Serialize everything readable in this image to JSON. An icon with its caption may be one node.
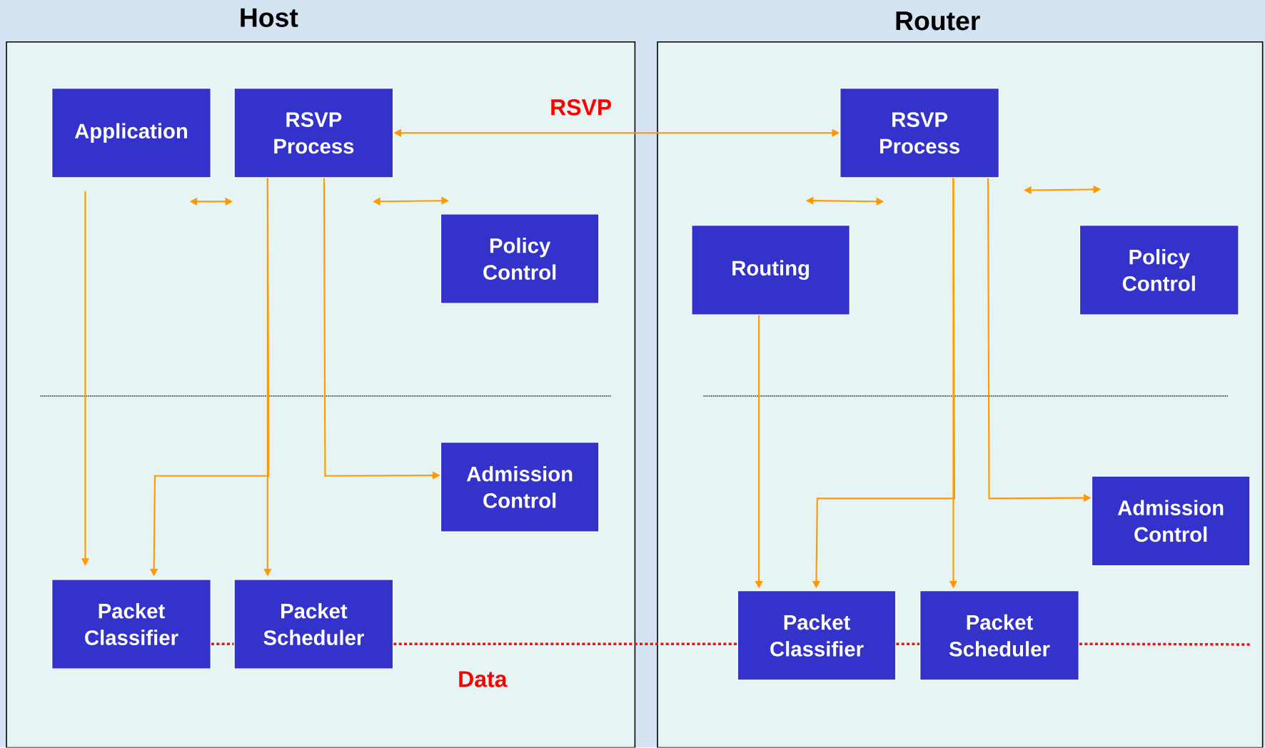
{
  "diagram": {
    "nodes": [
      {
        "text": [
          "Host"
        ]
      },
      {
        "text": [
          "Router"
        ]
      },
      {
        "text": [
          "Application"
        ],
        "in": 0
      },
      {
        "text": [
          "RSVP Process"
        ],
        "in": 0
      },
      {
        "text": [
          "Policy Control"
        ],
        "in": 0
      },
      {
        "text": [
          "Admission Control"
        ],
        "in": 0
      },
      {
        "text": [
          "Packet Classifier"
        ],
        "in": 0
      },
      {
        "text": [
          "Packet Scheduler"
        ],
        "in": 0
      },
      {
        "text": [
          "RSVP Process"
        ],
        "in": 1
      },
      {
        "text": [
          "Routing"
        ],
        "in": 1
      },
      {
        "text": [
          "Policy Control"
        ],
        "in": 1
      },
      {
        "text": [
          "Admission Control"
        ],
        "in": 1
      },
      {
        "text": [
          "Packet Classifier"
        ],
        "in": 1
      },
      {
        "text": [
          "Packet Scheduler"
        ],
        "in": 1
      }
    ],
    "edges": [
      {
        "from": 3,
        "to": 8,
        "arrow": "both",
        "label": "RSVP"
      },
      {
        "from": 2,
        "to": 3,
        "arrow": "both"
      },
      {
        "from": 3,
        "to": 4,
        "arrow": "both"
      },
      {
        "from": 2,
        "to": 6,
        "arrow": "to"
      },
      {
        "from": 3,
        "to": 6,
        "arrow": "to"
      },
      {
        "from": 3,
        "to": 7,
        "arrow": "to"
      },
      {
        "from": 3,
        "to": 5,
        "arrow": "to"
      },
      {
        "from": 9,
        "to": 8,
        "arrow": "both"
      },
      {
        "from": 8,
        "to": 10,
        "arrow": "both"
      },
      {
        "from": 9,
        "to": 12,
        "arrow": "to"
      },
      {
        "from": 8,
        "to": 12,
        "arrow": "to"
      },
      {
        "from": 8,
        "to": 13,
        "arrow": "to"
      },
      {
        "from": 8,
        "to": 11,
        "arrow": "to"
      },
      {
        "from": 6,
        "to": 7,
        "arrow": "none",
        "style": "dashed",
        "color": "#ee1111"
      },
      {
        "from": 7,
        "to": 12,
        "arrow": "none",
        "style": "dashed",
        "color": "#ee1111",
        "label": "Data"
      },
      {
        "from": 12,
        "to": 13,
        "arrow": "none",
        "style": "dashed",
        "color": "#ee1111"
      },
      {
        "from": 13,
        "to": null,
        "arrow": "none",
        "style": "dashed",
        "color": "#ee1111"
      }
    ]
  }
}
